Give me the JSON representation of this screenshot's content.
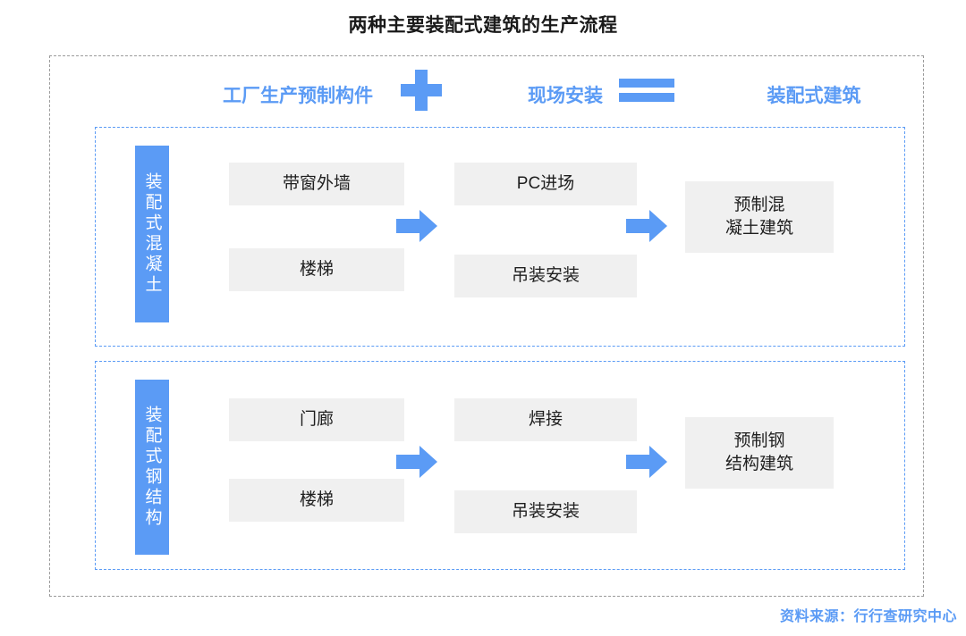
{
  "title": "两种主要装配式建筑的生产流程",
  "colors": {
    "accent_blue": "#5B9BF5",
    "box_gray": "#f0f0f0",
    "outer_dash": "#9b9b9b",
    "title_text": "#1a1a1a"
  },
  "equation": {
    "term1": "工厂生产预制构件",
    "operator1": "plus",
    "term2": "现场安装",
    "operator2": "equals",
    "term3": "装配式建筑"
  },
  "groups": [
    {
      "category_label": "装配式混凝土",
      "factory_stages": [
        "带窗外墙",
        "楼梯"
      ],
      "site_stages": [
        "PC进场",
        "吊装安装"
      ],
      "result": "预制混凝土建筑",
      "result_line1": "预制混",
      "result_line2": "凝土建筑"
    },
    {
      "category_label": "装配式钢结构",
      "factory_stages": [
        "门廊",
        "楼梯"
      ],
      "site_stages": [
        "焊接",
        "吊装安装"
      ],
      "result": "预制钢结构建筑",
      "result_line1": "预制钢",
      "result_line2": "结构建筑"
    }
  ],
  "source": "资料来源：行行查研究中心"
}
